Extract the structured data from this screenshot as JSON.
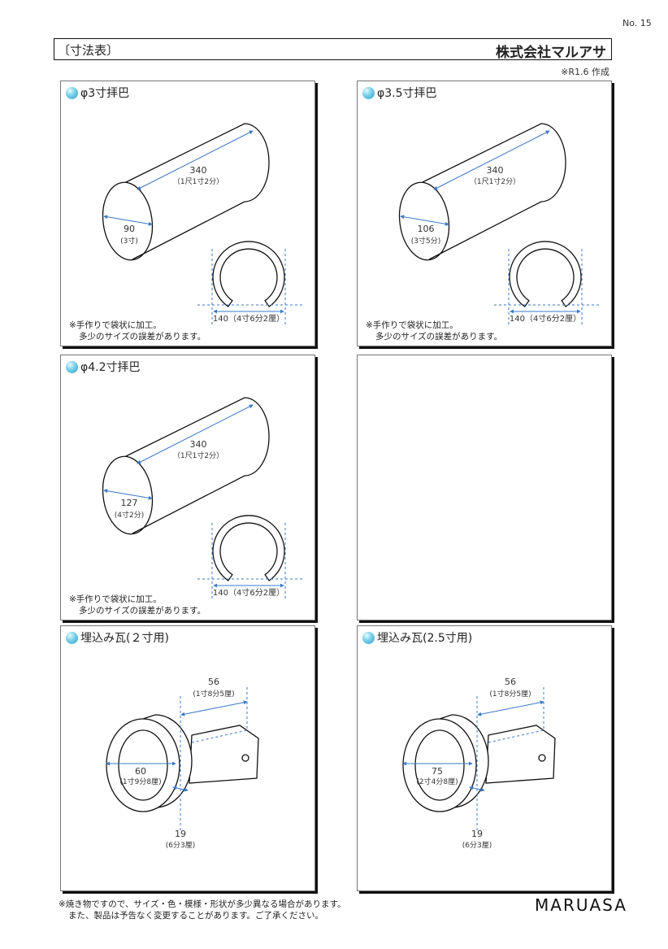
{
  "page_number": "No. 15",
  "header": {
    "title": "〔寸法表〕",
    "company": "株式会社マルアサ",
    "created": "※R1.6 作成"
  },
  "panels": [
    {
      "title": "φ3寸拝巴",
      "length": "340",
      "length_sun": "（1尺1寸2分）",
      "diameter": "90",
      "diameter_sun": "(3寸)",
      "ring": "140（4寸6分2厘）",
      "note1": "※手作りで袋状に加工。",
      "note2": "多少のサイズの誤差があります。"
    },
    {
      "title": "φ3.5寸拝巴",
      "length": "340",
      "length_sun": "（1尺1寸2分）",
      "diameter": "106",
      "diameter_sun": "(3寸5分)",
      "ring": "140（4寸6分2厘）",
      "note1": "※手作りで袋状に加工。",
      "note2": "多少のサイズの誤差があります。"
    },
    {
      "title": "φ4.2寸拝巴",
      "length": "340",
      "length_sun": "（1尺1寸2分）",
      "diameter": "127",
      "diameter_sun": "(4寸2分)",
      "ring": "140（4寸6分2厘）",
      "note1": "※手作りで袋状に加工。",
      "note2": "多少のサイズの誤差があります。"
    },
    {
      "title": "埋込み瓦(２寸用)",
      "depth": "56",
      "depth_sun": "(1寸8分5厘)",
      "diameter": "60",
      "diameter_sun": "(1寸9分8厘)",
      "rim": "19",
      "rim_sun": "(6分3厘)"
    },
    {
      "title": "埋込み瓦(2.5寸用)",
      "depth": "56",
      "depth_sun": "(1寸8分5厘)",
      "diameter": "75",
      "diameter_sun": "(2寸4分8厘)",
      "rim": "19",
      "rim_sun": "(6分3厘)"
    }
  ],
  "footer": {
    "line1": "※焼き物ですので、サイズ・色・模様・形状が多少異なる場合があります。",
    "line2": "また、製品は予告なく変更することがあります。ご了承ください。",
    "logo": "MARUASA"
  },
  "colors": {
    "dimension": "#3a78c8",
    "ball": "#2aa0c8"
  }
}
